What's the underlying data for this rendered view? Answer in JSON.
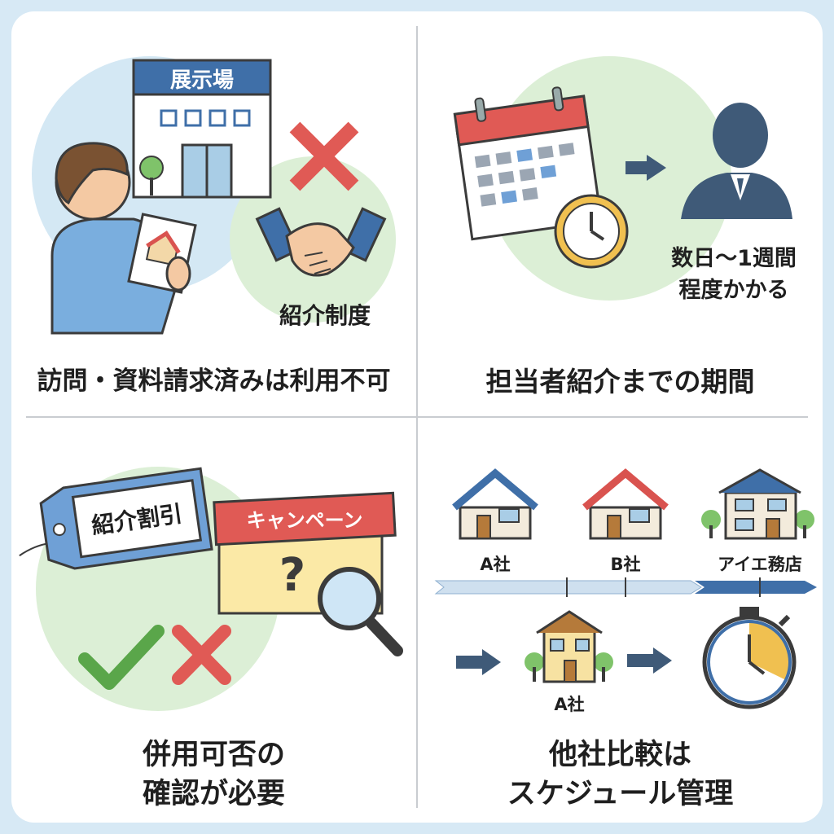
{
  "panel1": {
    "building_sign": "展示場",
    "referral_label": "紹介制度",
    "caption": "訪問・資料請求済みは利用不可",
    "icons": [
      "building-icon",
      "person-icon",
      "house-photo-icon",
      "cross-icon",
      "handshake-icon"
    ]
  },
  "panel2": {
    "duration_line1": "数日〜1週間",
    "duration_line2": "程度かかる",
    "caption": "担当者紹介までの期間",
    "icons": [
      "calendar-icon",
      "clock-icon",
      "arrow-right-icon",
      "consultant-icon"
    ]
  },
  "panel3": {
    "tag_label": "紹介割引",
    "banner_label": "キャンペーン",
    "question_mark": "?",
    "caption_line1": "併用可否の",
    "caption_line2": "確認が必要",
    "icons": [
      "tag-icon",
      "banner-icon",
      "magnifier-icon",
      "check-icon",
      "cross-icon"
    ]
  },
  "panel4": {
    "companies": [
      "A社",
      "B社",
      "アイエ務店"
    ],
    "selected_company": "A社",
    "caption_line1": "他社比較は",
    "caption_line2": "スケジュール管理",
    "icons": [
      "house-icon",
      "timeline-icon",
      "arrow-right-icon",
      "stopwatch-icon"
    ]
  },
  "colors": {
    "accent_blue": "#3f6fa8",
    "light_green": "#dcefd6",
    "light_blue": "#d4e8f4",
    "red": "#e05a55",
    "green_check": "#5aa64a"
  }
}
